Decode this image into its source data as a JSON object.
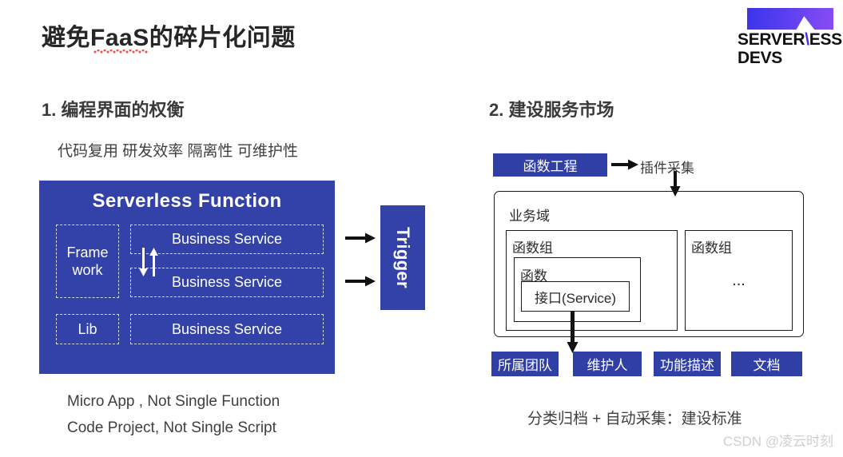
{
  "slide": {
    "title": "避免FaaS的碎片化问题",
    "watermark": "CSDN @凌云时刻"
  },
  "logo": {
    "line1_a": "SERVER",
    "line1_slash": "\\",
    "line1_b": "ESS",
    "line2": "DEVS",
    "gradient_start": "#3b34ea",
    "gradient_end": "#8b4cf2",
    "slash_color": "#4a2ef0"
  },
  "section1": {
    "heading": "1. 编程界面的权衡",
    "subtitle": "代码复用 研发效率 隔离性 可维护性",
    "panel": {
      "title": "Serverless Function",
      "background": "#3342a8",
      "framework_label": "Frame\nwork",
      "framework_line1": "Frame",
      "framework_line2": "work",
      "lib_label": "Lib",
      "business_service_1": "Business Service",
      "business_service_2": "Business Service",
      "business_service_3": "Business Service"
    },
    "trigger": {
      "label": "Trigger",
      "background": "#3342a8"
    },
    "captions": [
      "Micro App , Not Single Function",
      "Code Project,  Not Single Script"
    ]
  },
  "section2": {
    "heading": "2. 建设服务市场",
    "project_chip": "函数工程",
    "collect_label": "插件采集",
    "domain_label": "业务域",
    "group_label_1": "函数组",
    "group_label_2": "函数组",
    "func_label": "函数",
    "interface_label": "接口(Service)",
    "ellipsis": "...",
    "attribute_chips": [
      "所属团队",
      "维护人",
      "功能描述",
      "文档"
    ],
    "caption": "分类归档 + 自动采集：建设标准",
    "chip_color": "#2f3fa5"
  }
}
